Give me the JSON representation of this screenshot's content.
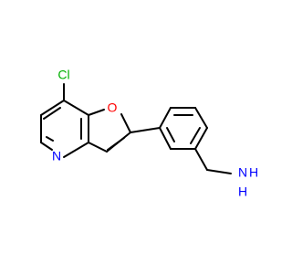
{
  "labels": {
    "chlorine": "Cl",
    "furan_oxygen": "O",
    "pyridine_nitrogen": "N",
    "amine_n": "N",
    "amine_h": "H",
    "amine_h2": "H"
  },
  "colors": {
    "bond": "#000000",
    "chlorine": "#00b000",
    "oxygen": "#ff0000",
    "nitrogen": "#0000ff"
  }
}
